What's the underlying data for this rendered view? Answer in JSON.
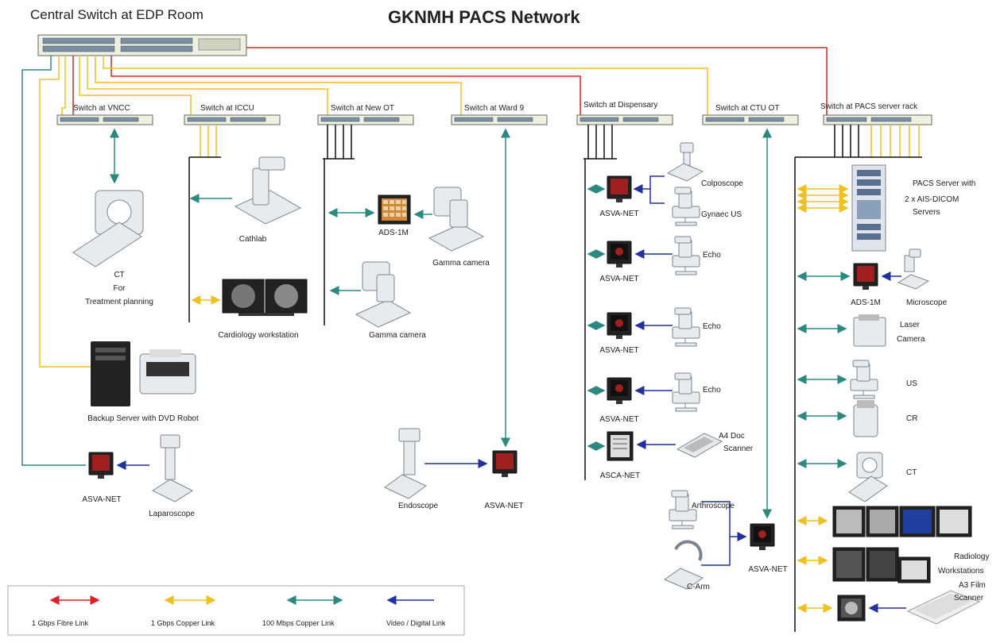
{
  "title": "GKNMH PACS Network",
  "central_switch": "Central Switch at EDP Room",
  "switches": {
    "vncc": "Switch at VNCC",
    "iccu": "Switch at ICCU",
    "new_ot": "Switch at New OT",
    "ward9": "Switch at Ward 9",
    "dispensary": "Switch at Dispensary",
    "ctu_ot": "Switch at CTU OT",
    "pacs_rack": "Switch at PACS server rack"
  },
  "devices": {
    "ct_line1": "CT",
    "ct_line2": "For",
    "ct_line3": "Treatment planning",
    "cathlab": "Cathlab",
    "cardio_ws": "Cardiology workstation",
    "ads1m_ot": "ADS-1M",
    "gamma1": "Gamma camera",
    "gamma2": "Gamma camera",
    "backup": "Backup Server with DVD Robot",
    "asva_lap": "ASVA-NET",
    "laparoscope": "Laparoscope",
    "endoscope": "Endoscope",
    "asva_endo": "ASVA-NET",
    "colposcope": "Colposcope",
    "gynaec_us": "Gynaec US",
    "asva_d1": "ASVA-NET",
    "echo1": "Echo",
    "asva_d2": "ASVA-NET",
    "echo2": "Echo",
    "asva_d3": "ASVA-NET",
    "echo3": "Echo",
    "asva_d4": "ASVA-NET",
    "a4_line1": "A4 Doc",
    "a4_line2": "Scanner",
    "asca": "ASCA-NET",
    "arthroscope": "Arthroscope",
    "c_arm": "C-Arm",
    "asva_ctu": "ASVA-NET",
    "pacs_line1": "PACS Server with",
    "pacs_line2": "2 x AIS-DICOM",
    "pacs_line3": "Servers",
    "ads1m_rack": "ADS-1M",
    "microscope": "Microscope",
    "laser_line1": "Laser",
    "laser_line2": "Camera",
    "us": "US",
    "cr": "CR",
    "ct_rack": "CT",
    "radio_line1": "Radiology",
    "radio_line2": "Workstations",
    "a3_line1": "A3 Film",
    "a3_line2": "Scanner"
  },
  "legend": {
    "fibre": "1 Gbps Fibre Link",
    "copper1g": "1 Gbps Copper Link",
    "copper100": "100 Mbps Copper Link",
    "video": "Video / Digital Link"
  },
  "colors": {
    "fibre": "#e02020",
    "copper1g": "#f0c020",
    "copper100": "#2a8a80",
    "video": "#2030a0"
  }
}
